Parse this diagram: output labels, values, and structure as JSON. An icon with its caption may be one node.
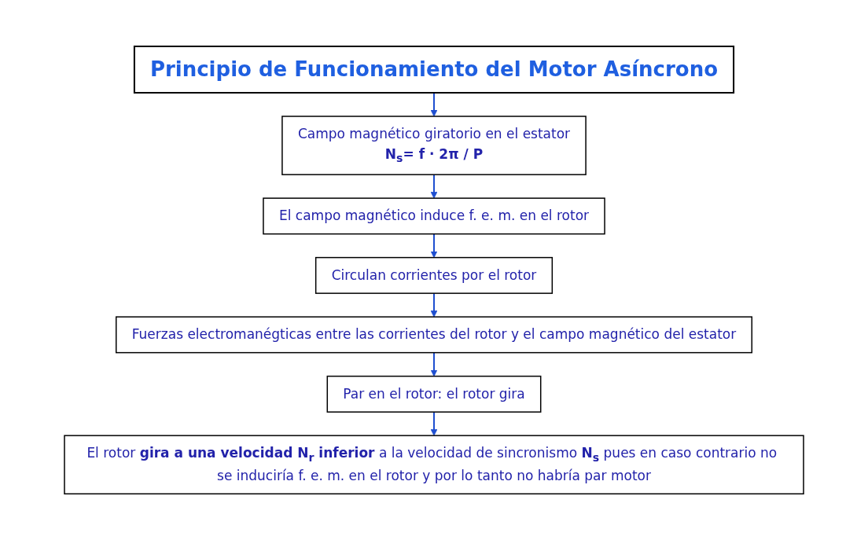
{
  "diagram": {
    "nodes": [
      {
        "text": [
          "Principio de Funcionamiento del Motor Asíncrono"
        ]
      },
      {
        "text": [
          "Campo magnético giratorio en el estator",
          "N$_{s}$= f · 2π / P"
        ]
      },
      {
        "text": [
          "El campo magnético induce f. e. m. en el rotor"
        ]
      },
      {
        "text": [
          "Circulan corrientes por el rotor"
        ]
      },
      {
        "text": [
          "Fuerzas electromanégticas entre las corrientes del rotor y el campo magnético del estator"
        ]
      },
      {
        "text": [
          "Par en el rotor: el rotor gira"
        ]
      },
      {
        "text": [
          "El rotor **gira a una velocidad N$_{r}$ inferior** a la velocidad de sincronismo **N$_{s}$** pues en caso contrario no se induciría f. e. m. en el rotor y por lo tanto no habría par motor"
        ]
      }
    ],
    "edges": [
      {
        "from": 0,
        "to": 1,
        "arrow": "to"
      },
      {
        "from": 1,
        "to": 2,
        "arrow": "to"
      },
      {
        "from": 2,
        "to": 3,
        "arrow": "to"
      },
      {
        "from": 3,
        "to": 4,
        "arrow": "to"
      },
      {
        "from": 4,
        "to": 5,
        "arrow": "to"
      },
      {
        "from": 5,
        "to": 6,
        "arrow": "to"
      }
    ]
  }
}
